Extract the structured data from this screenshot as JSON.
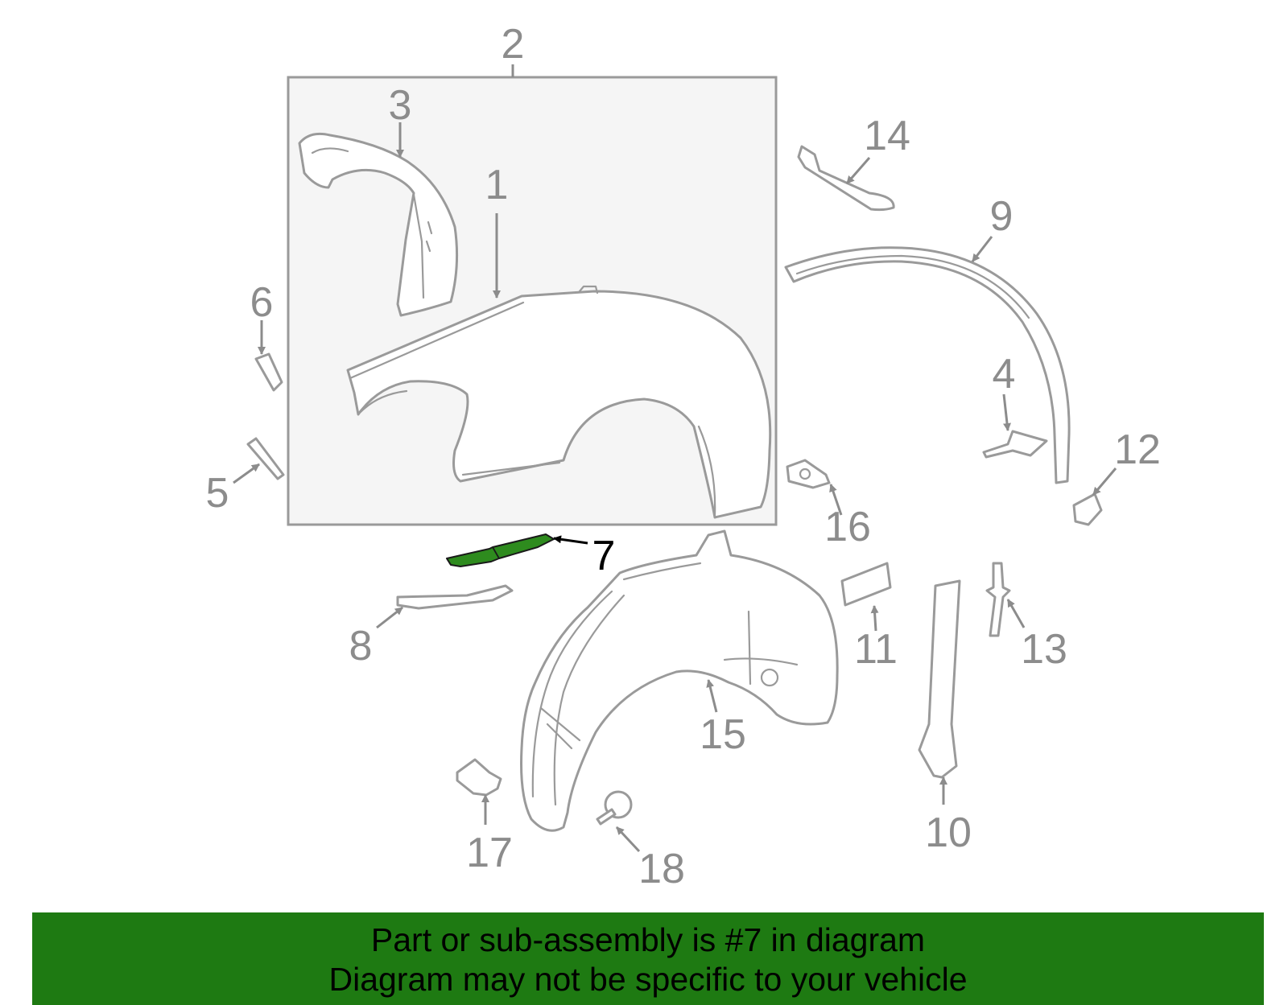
{
  "callouts": {
    "c1": "1",
    "c2": "2",
    "c3": "3",
    "c4": "4",
    "c5": "5",
    "c6": "6",
    "c7": "7",
    "c8": "8",
    "c9": "9",
    "c10": "10",
    "c11": "11",
    "c12": "12",
    "c13": "13",
    "c14": "14",
    "c15": "15",
    "c16": "16",
    "c17": "17",
    "c18": "18"
  },
  "highlighted_part": "7",
  "colors": {
    "highlight_part": "#2e8b1e",
    "banner_background": "#1e7a12",
    "line_gray": "#9a9a9a",
    "callout_gray": "#8c8c8c",
    "assembly_box_fill": "#f5f5f5"
  },
  "banner": {
    "line1": "Part or sub-assembly is #7 in diagram",
    "line2": "Diagram may not be specific to your vehicle"
  }
}
